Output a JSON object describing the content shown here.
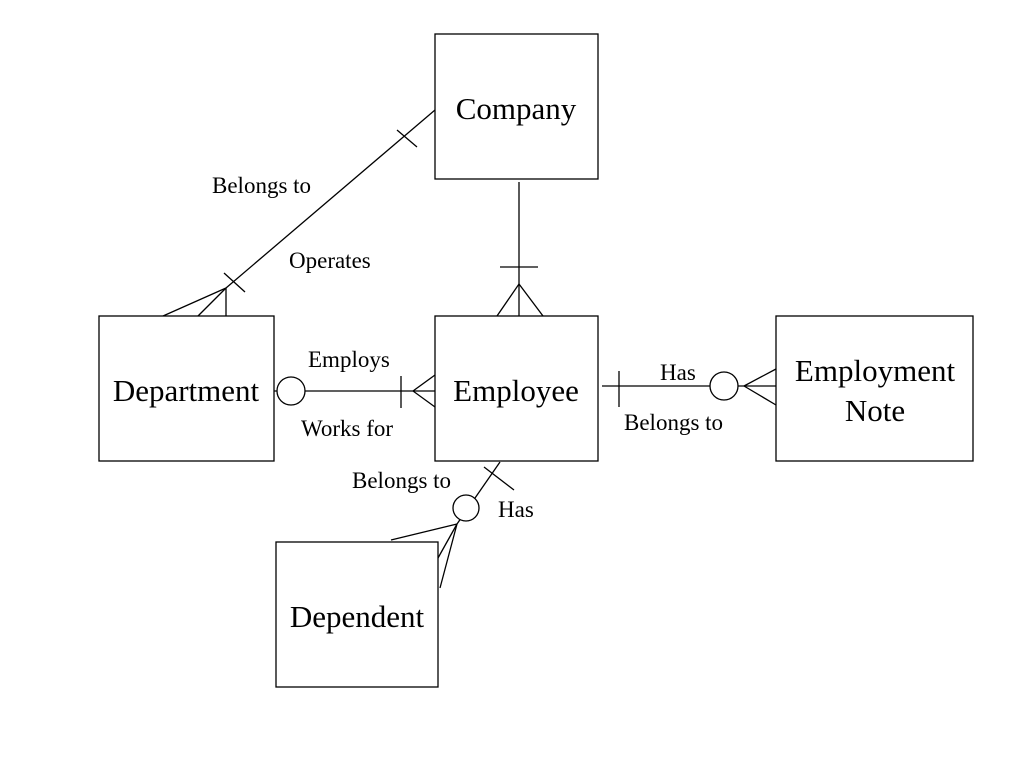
{
  "entities": {
    "company": "Company",
    "department": "Department",
    "employee": "Employee",
    "employment_note": {
      "line1": "Employment",
      "line2": "Note"
    },
    "dependent": "Dependent"
  },
  "relationships": {
    "company_department": {
      "forward": "Belongs to",
      "reverse": "Operates"
    },
    "department_employee": {
      "forward": "Employs",
      "reverse": "Works for"
    },
    "employee_note": {
      "forward": "Has",
      "reverse": "Belongs to"
    },
    "employee_dependent": {
      "forward": "Belongs to",
      "reverse": "Has"
    }
  },
  "colors": {
    "line": "#000000",
    "background": "#ffffff"
  }
}
